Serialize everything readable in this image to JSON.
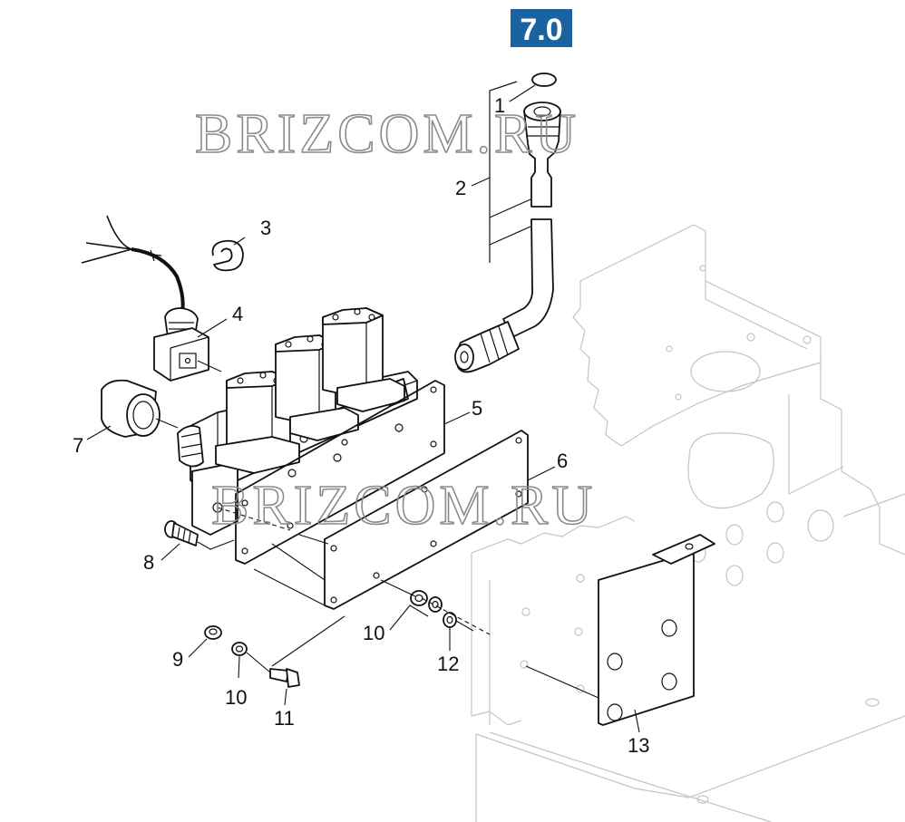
{
  "diagram": {
    "section_badge": "7.0",
    "watermarks": [
      "BRIZCOM.RU",
      "BRIZCOM.RU"
    ],
    "colors": {
      "badge": "#1a63a0",
      "line": "#111111",
      "frame": "#c4c4c4",
      "watermark": "#8a8a8a"
    },
    "callouts": [
      "1",
      "2",
      "3",
      "4",
      "5",
      "6",
      "7",
      "8",
      "9",
      "10",
      "10",
      "11",
      "12",
      "13"
    ]
  }
}
